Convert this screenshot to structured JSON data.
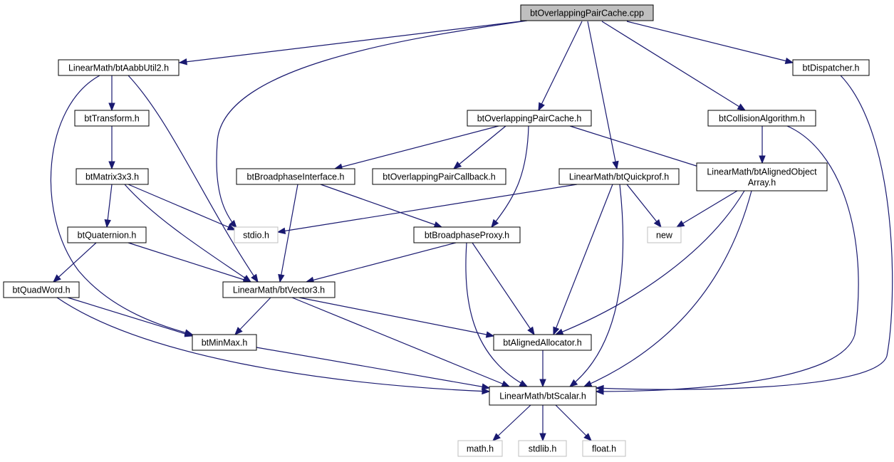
{
  "diagram": {
    "title": "btOverlappingPairCache.cpp",
    "nodes": {
      "root": {
        "label": "btOverlappingPairCache.cpp"
      },
      "aabb": {
        "label": "LinearMath/btAabbUtil2.h"
      },
      "dispatcher": {
        "label": "btDispatcher.h"
      },
      "transform": {
        "label": "btTransform.h"
      },
      "opc_h": {
        "label": "btOverlappingPairCache.h"
      },
      "collalg": {
        "label": "btCollisionAlgorithm.h"
      },
      "matrix": {
        "label": "btMatrix3x3.h"
      },
      "bpinterface": {
        "label": "btBroadphaseInterface.h"
      },
      "opcallback": {
        "label": "btOverlappingPairCallback.h"
      },
      "quickprof": {
        "label": "LinearMath/btQuickprof.h"
      },
      "alignedarr": {
        "label": [
          "LinearMath/btAlignedObject",
          "Array.h"
        ]
      },
      "quaternion": {
        "label": "btQuaternion.h"
      },
      "stdio": {
        "label": "stdio.h"
      },
      "bpproxy": {
        "label": "btBroadphaseProxy.h"
      },
      "new": {
        "label": "new"
      },
      "quadword": {
        "label": "btQuadWord.h"
      },
      "vector3": {
        "label": "LinearMath/btVector3.h"
      },
      "minmax": {
        "label": "btMinMax.h"
      },
      "alignedalloc": {
        "label": "btAlignedAllocator.h"
      },
      "scalar": {
        "label": "LinearMath/btScalar.h"
      },
      "math": {
        "label": "math.h"
      },
      "stdlib": {
        "label": "stdlib.h"
      },
      "float": {
        "label": "float.h"
      }
    },
    "edges": [
      [
        "root",
        "aabb"
      ],
      [
        "root",
        "stdio"
      ],
      [
        "root",
        "opc_h"
      ],
      [
        "root",
        "quickprof"
      ],
      [
        "root",
        "collalg"
      ],
      [
        "root",
        "dispatcher"
      ],
      [
        "aabb",
        "transform"
      ],
      [
        "aabb",
        "minmax"
      ],
      [
        "aabb",
        "vector3"
      ],
      [
        "transform",
        "matrix"
      ],
      [
        "matrix",
        "quaternion"
      ],
      [
        "matrix",
        "stdio"
      ],
      [
        "matrix",
        "vector3"
      ],
      [
        "quaternion",
        "quadword"
      ],
      [
        "quaternion",
        "vector3"
      ],
      [
        "quadword",
        "minmax"
      ],
      [
        "quadword",
        "scalar"
      ],
      [
        "minmax",
        "scalar"
      ],
      [
        "opc_h",
        "bpinterface"
      ],
      [
        "opc_h",
        "opcallback"
      ],
      [
        "opc_h",
        "bpproxy"
      ],
      [
        "opc_h",
        "alignedarr"
      ],
      [
        "bpinterface",
        "vector3"
      ],
      [
        "bpinterface",
        "bpproxy"
      ],
      [
        "bpproxy",
        "vector3"
      ],
      [
        "bpproxy",
        "alignedalloc"
      ],
      [
        "bpproxy",
        "scalar"
      ],
      [
        "quickprof",
        "stdio"
      ],
      [
        "quickprof",
        "new"
      ],
      [
        "quickprof",
        "alignedalloc"
      ],
      [
        "quickprof",
        "scalar"
      ],
      [
        "collalg",
        "alignedarr"
      ],
      [
        "collalg",
        "scalar"
      ],
      [
        "alignedarr",
        "new"
      ],
      [
        "alignedarr",
        "alignedalloc"
      ],
      [
        "alignedarr",
        "scalar"
      ],
      [
        "dispatcher",
        "scalar"
      ],
      [
        "vector3",
        "minmax"
      ],
      [
        "vector3",
        "alignedalloc"
      ],
      [
        "vector3",
        "scalar"
      ],
      [
        "alignedalloc",
        "scalar"
      ],
      [
        "scalar",
        "math"
      ],
      [
        "scalar",
        "stdlib"
      ],
      [
        "scalar",
        "float"
      ]
    ]
  }
}
